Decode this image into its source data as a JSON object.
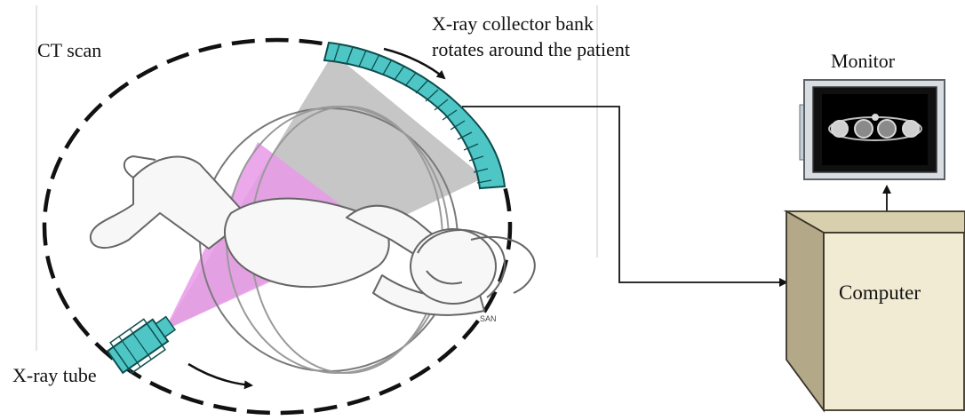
{
  "labels": {
    "ct_scan": "CT scan",
    "collector_line1": "X-ray collector bank",
    "collector_line2": "rotates around the patient",
    "monitor": "Monitor",
    "computer": "Computer",
    "xray_tube": "X-ray tube"
  },
  "colors": {
    "detector": "#4fc6c6",
    "beam": "#e89ae8",
    "ray_gray": "#b8b8b8",
    "box_side": "#b3a888",
    "box_front": "#f1ebd3",
    "box_top": "#d8cfae"
  }
}
